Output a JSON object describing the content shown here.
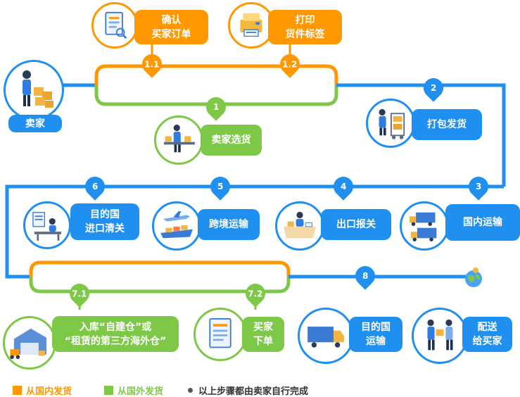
{
  "seller": {
    "label": "卖家",
    "icon": "seller-boxes-icon"
  },
  "steps": {
    "s1": {
      "num": "1",
      "label": "卖家选货",
      "icon": "picking-goods-icon"
    },
    "s11": {
      "num": "1.1",
      "label": "确认\n买家订单",
      "icon": "order-checklist-icon"
    },
    "s12": {
      "num": "1.2",
      "label": "打印\n货件标签",
      "icon": "label-printer-icon"
    },
    "s2": {
      "num": "2",
      "label": "打包发货",
      "icon": "pack-ship-icon"
    },
    "s3": {
      "num": "3",
      "label": "国内运输",
      "icon": "domestic-trucks-icon"
    },
    "s4": {
      "num": "4",
      "label": "出口报关",
      "icon": "export-customs-icon"
    },
    "s5": {
      "num": "5",
      "label": "跨境运输",
      "icon": "plane-ship-icon"
    },
    "s6": {
      "num": "6",
      "label": "目的国\n进口清关",
      "icon": "import-clearance-icon"
    },
    "s71": {
      "num": "7.1",
      "label": "入库“自建仓”或\n“租赁的第三方海外仓”",
      "icon": "warehouse-icon"
    },
    "s72": {
      "num": "7.2",
      "label": "买家\n下单",
      "icon": "buyer-order-icon"
    },
    "s8": {
      "num": "8",
      "label": "目的国\n运输",
      "icon": "destination-truck-icon"
    },
    "s9": {
      "label": "配送\n给买家",
      "icon": "delivery-handover-icon"
    }
  },
  "legend": {
    "domestic": "从国内发货",
    "overseas": "从国外发货",
    "note": "以上步骤都由卖家自行完成"
  },
  "colors": {
    "blue": "#1f8ff0",
    "orange": "#ff9700",
    "green": "#7ec847"
  }
}
